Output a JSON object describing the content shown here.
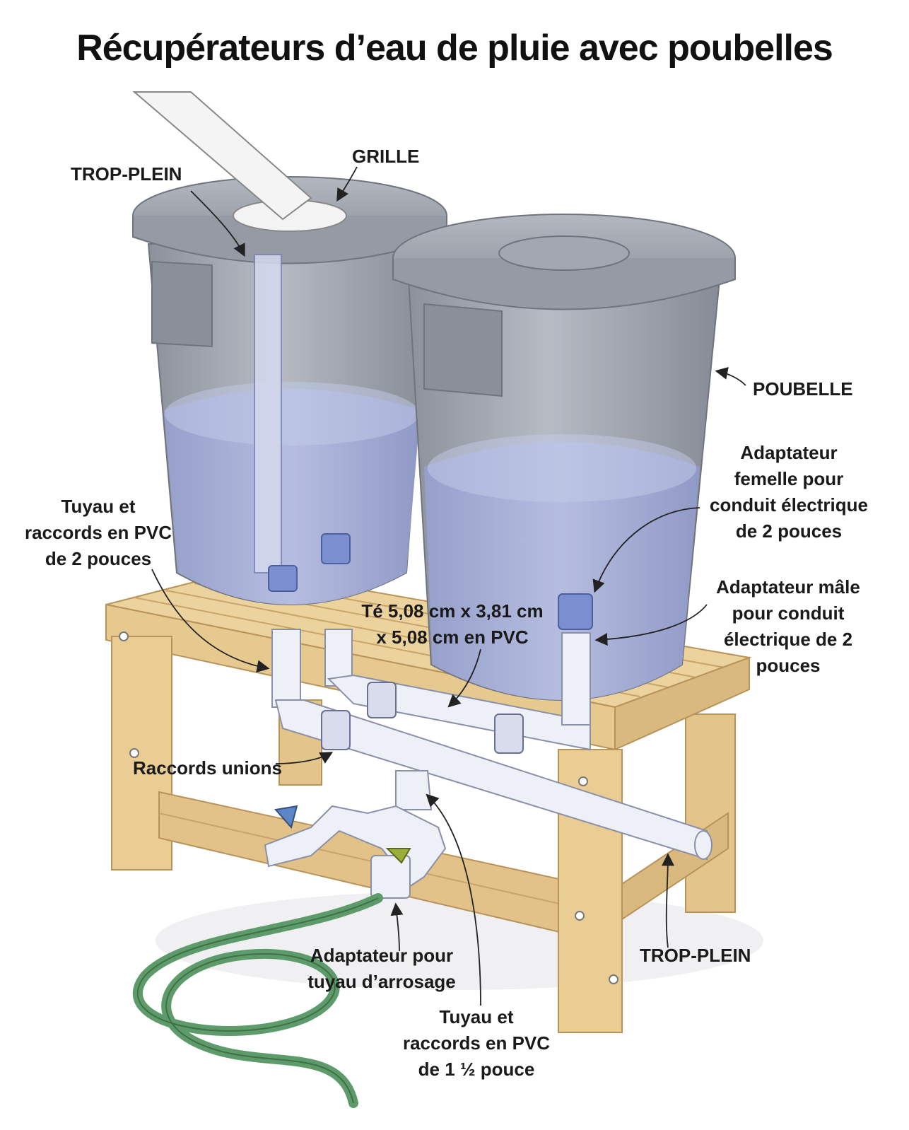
{
  "title": "Récupérateurs d’eau de pluie avec poubelles",
  "labels": {
    "trop_plein_top": "TROP-PLEIN",
    "grille": "GRILLE",
    "poubelle": "POUBELLE",
    "adaptateur_femelle": "Adaptateur\nfemelle pour\nconduit électrique\nde 2 pouces",
    "tuyau_2": "Tuyau et\nraccords en PVC\nde 2 pouces",
    "adaptateur_male": "Adaptateur mâle\npour conduit\nélectrique de 2\npouces",
    "te_pvc": "Té 5,08 cm x 3,81 cm\nx 5,08 cm en PVC",
    "raccords_unions": "Raccords unions",
    "trop_plein_bottom": "TROP-PLEIN",
    "adaptateur_arrosage": "Adaptateur pour\ntuyau d’arrosage",
    "tuyau_1_5": "Tuyau et\nraccords en PVC\nde 1 ½ pouce"
  },
  "colors": {
    "wood": "#e9cd93",
    "wood_dark": "#c9a468",
    "bin": "#9ea3ad",
    "bin_dark": "#7d828c",
    "water": "#a9b2dc",
    "pipe": "#eef0f7",
    "coupling": "#7b8fd0",
    "hose": "#5e9b6a",
    "valve": "#5b86c8"
  }
}
